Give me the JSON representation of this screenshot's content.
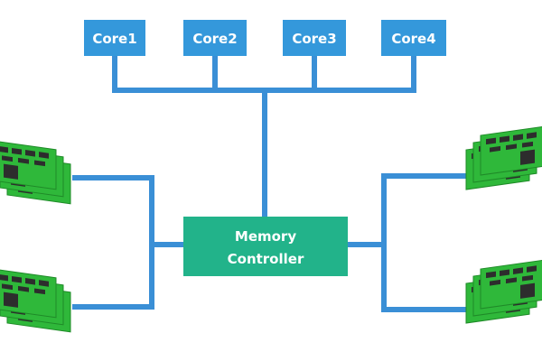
{
  "diagram": {
    "cores": [
      {
        "label": "Core1"
      },
      {
        "label": "Core2"
      },
      {
        "label": "Core3"
      },
      {
        "label": "Core4"
      }
    ],
    "memory_controller": {
      "line1": "Memory",
      "line2": "Controller"
    },
    "memory_modules": [
      {
        "name": "memory-module-top-left"
      },
      {
        "name": "memory-module-bottom-left"
      },
      {
        "name": "memory-module-top-right"
      },
      {
        "name": "memory-module-bottom-right"
      }
    ]
  },
  "colors": {
    "core_box": "#3498db",
    "bus_line": "#3a8fd6",
    "controller_box": "#22b38a",
    "module_board": "#2fb83a",
    "module_chip": "#2d2d2d",
    "module_board_dark": "#1f8a28"
  }
}
